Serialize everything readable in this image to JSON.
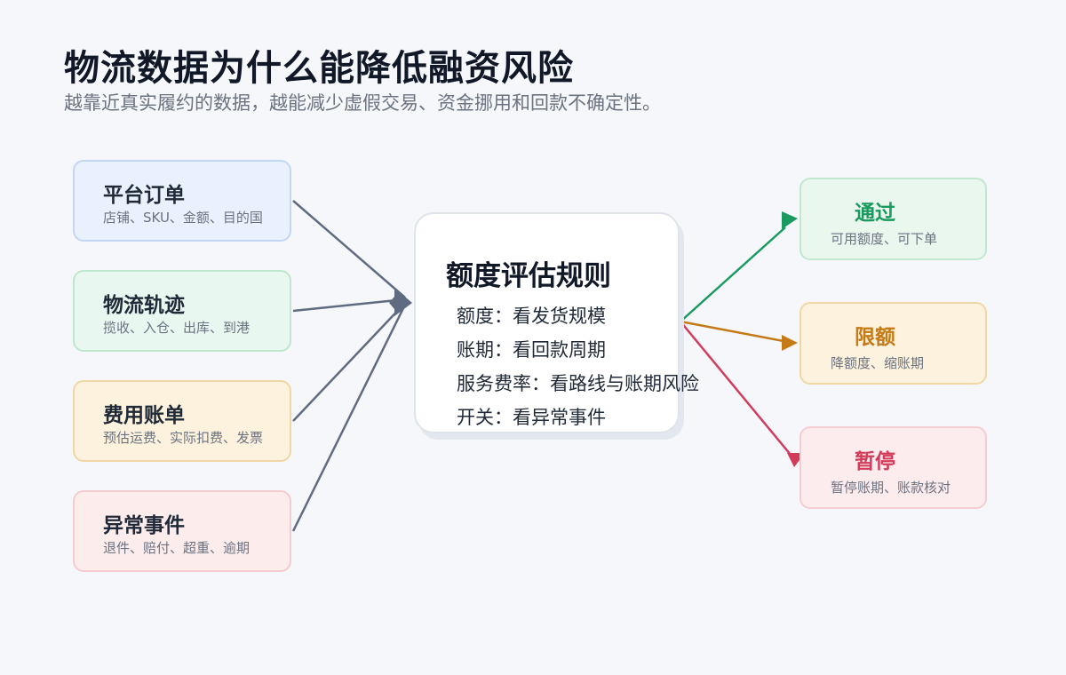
{
  "title": "物流数据为什么能降低融资风险",
  "subtitle": "越靠近真实履约的数据，越能减少虚假交易、资金挪用和回款不确定性。",
  "inputs": [
    {
      "title": "平台订单",
      "desc": "店铺、SKU、金额、目的国"
    },
    {
      "title": "物流轨迹",
      "desc": "揽收、入仓、出库、到港"
    },
    {
      "title": "费用账单",
      "desc": "预估运费、实际扣费、发票"
    },
    {
      "title": "异常事件",
      "desc": "退件、赔付、超重、逾期"
    }
  ],
  "center": {
    "title": "额度评估规则",
    "rules": [
      "额度：看发货规模",
      "账期：看回款周期",
      "服务费率：看路线与账期风险",
      "开关：看异常事件"
    ]
  },
  "outputs": [
    {
      "title": "通过",
      "desc": "可用额度、可下单"
    },
    {
      "title": "限额",
      "desc": "降额度、缩账期"
    },
    {
      "title": "暂停",
      "desc": "暂停账期、账款核对"
    }
  ],
  "colors": {
    "input_arrow": "#5f6b80",
    "pass": "#1a9a5e",
    "limit": "#c47a16",
    "pause": "#d23c5b"
  }
}
